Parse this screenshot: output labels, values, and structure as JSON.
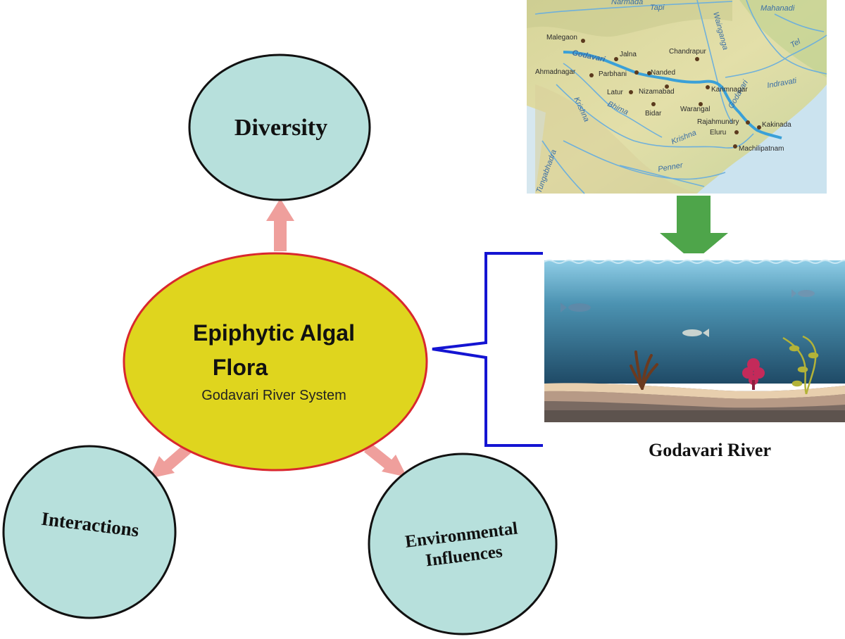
{
  "center": {
    "title_line1": "Epiphytic Algal",
    "title_line2": "Flora",
    "subtitle": "Godavari River System"
  },
  "nodes": {
    "diversity": "Diversity",
    "interactions": "Interactions",
    "environmental_line1": "Environmental",
    "environmental_line2": "Influences"
  },
  "river_caption": "Godavari River",
  "map": {
    "rivers": [
      "Narmada",
      "Tapi",
      "Wainganga",
      "Mahanadi",
      "Godavari",
      "Indravati",
      "Tel",
      "Krishna",
      "Bhima",
      "Penner",
      "Tungabhadra"
    ],
    "cities": [
      "Malegaon",
      "Jalna",
      "Chandrapur",
      "Ahmadnagar",
      "Parbhani",
      "Nanded",
      "Nizamabad",
      "Karimnagar",
      "Latur",
      "Bidar",
      "Warangal",
      "Rajahmundry",
      "Kakinada",
      "Eluru",
      "Machilipatnam"
    ]
  },
  "colors": {
    "center_fill": "#dfd51e",
    "center_stroke": "#d9272e",
    "node_fill": "#b7e0dc",
    "arrow_pink": "#ef9f9c",
    "arrow_green": "#4ea54a",
    "bracket_blue": "#1414d2",
    "river_blue": "#3aa0d8"
  }
}
